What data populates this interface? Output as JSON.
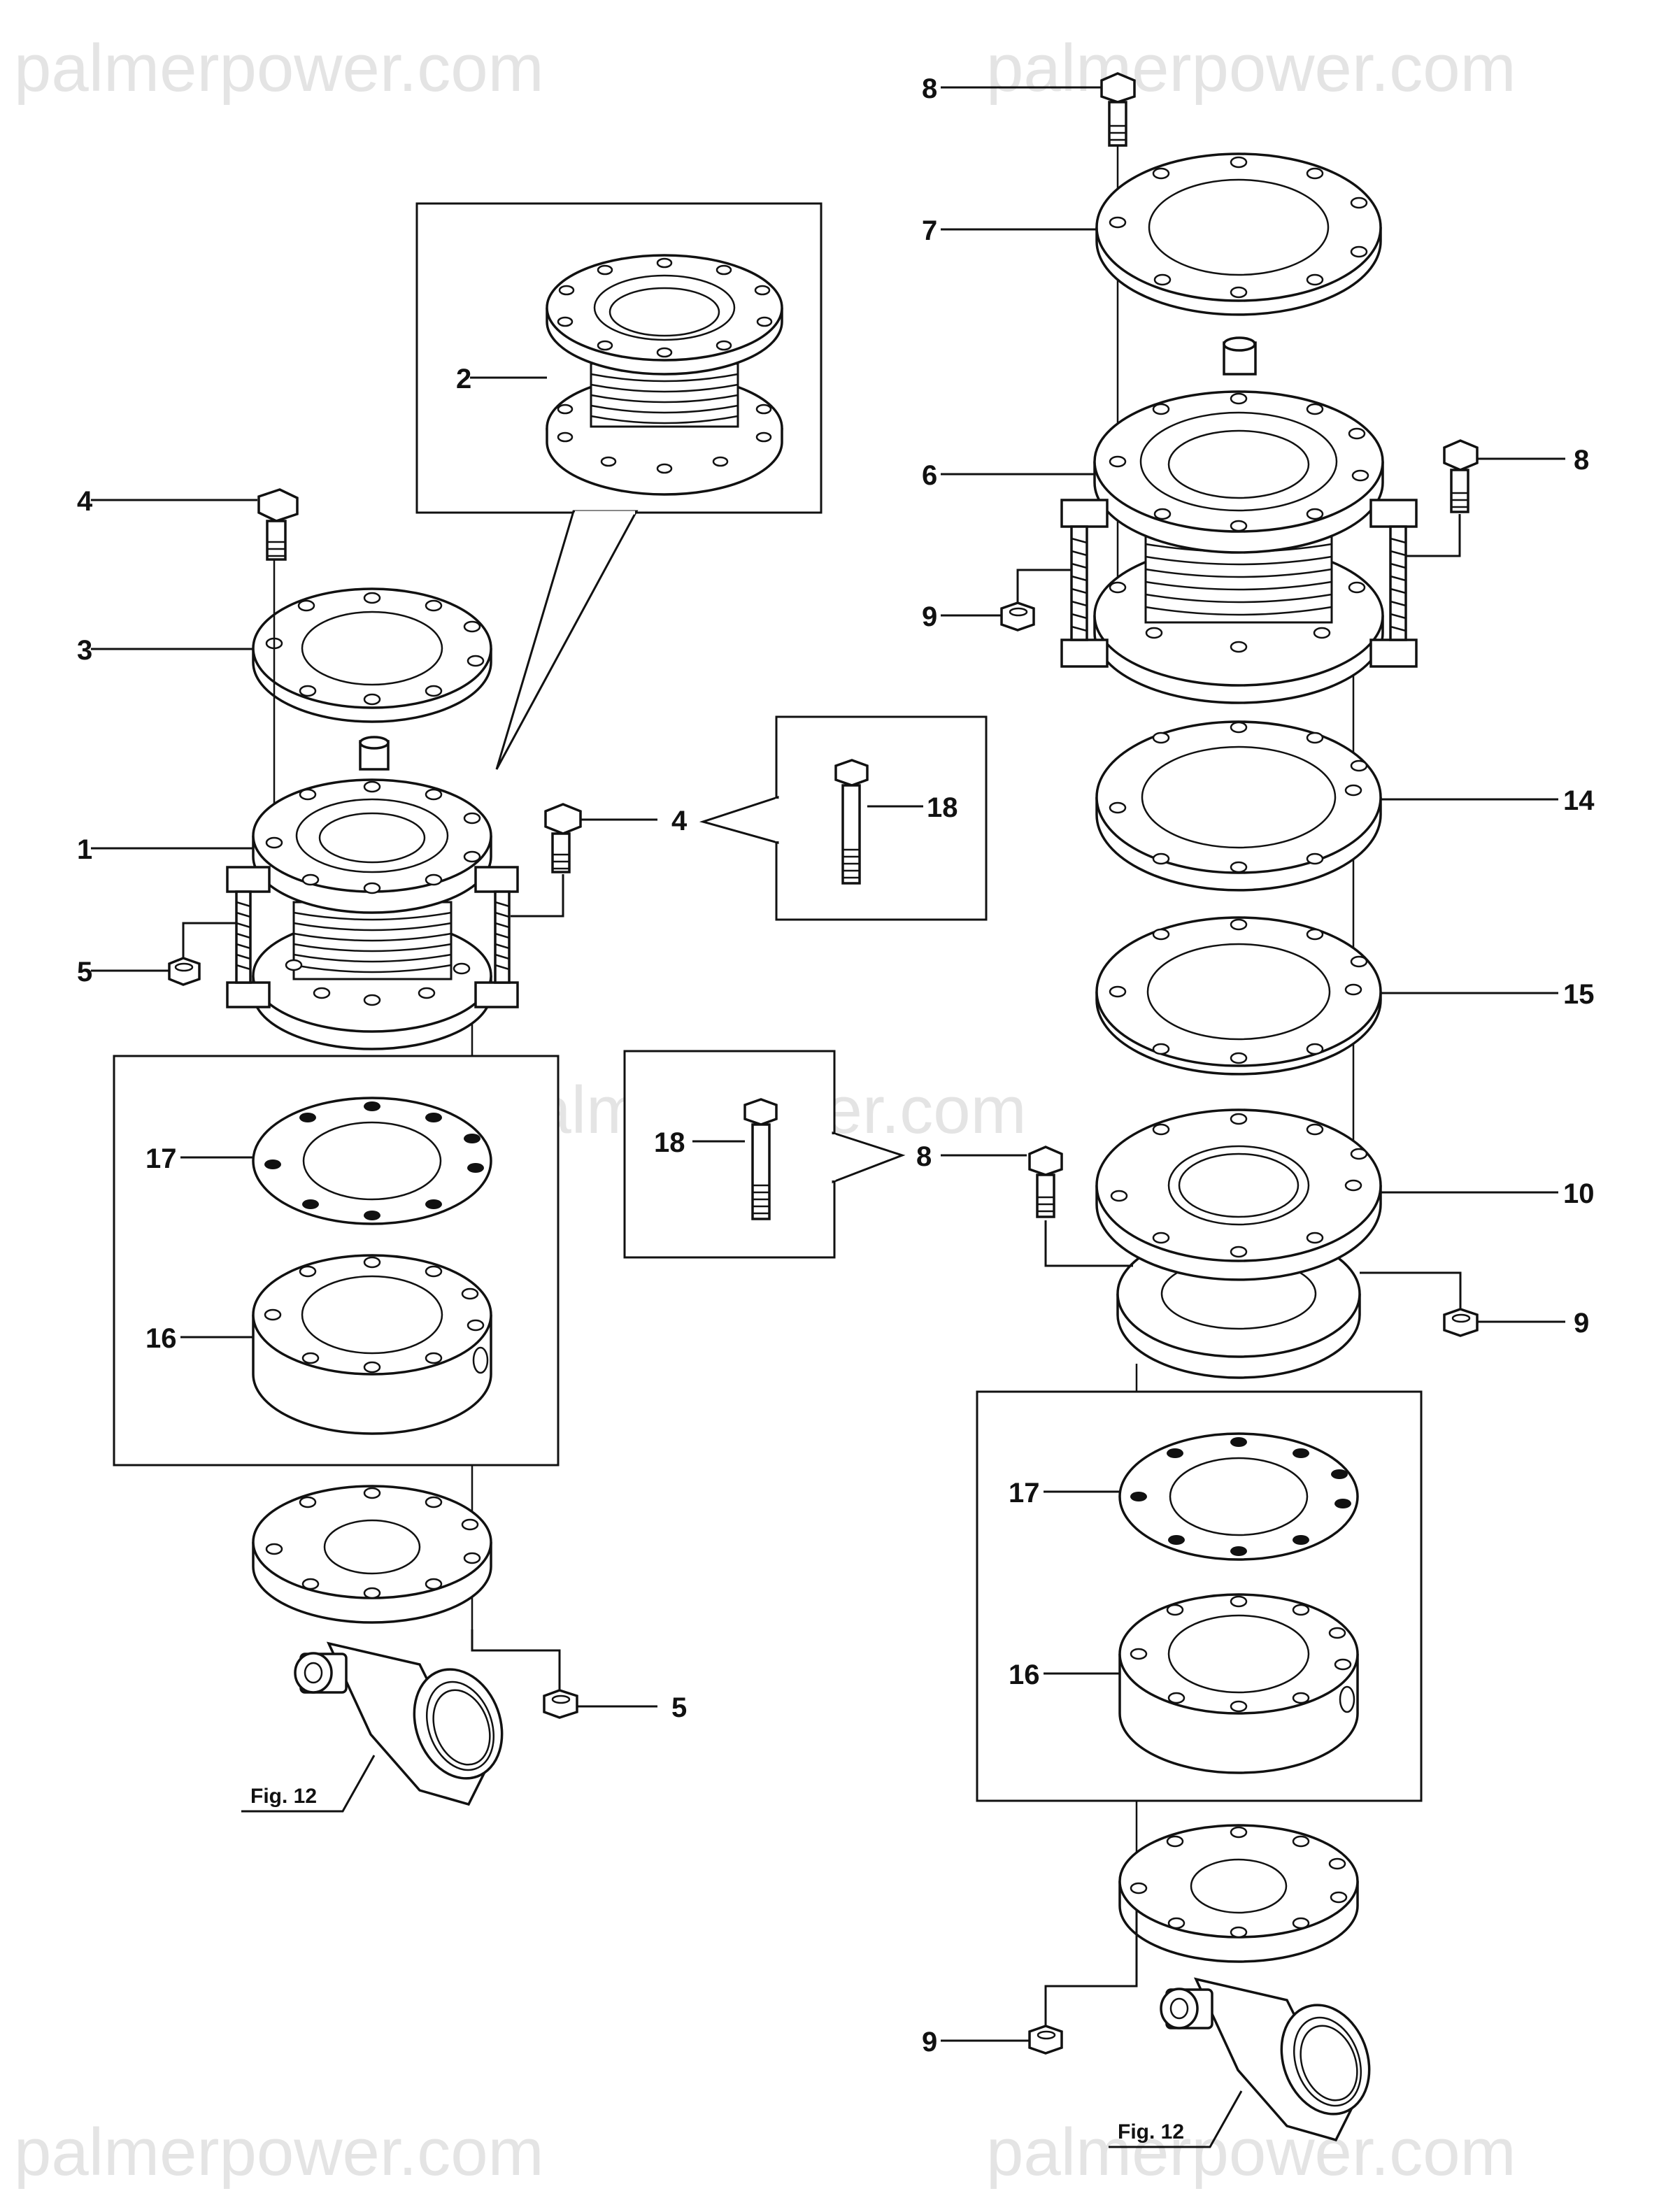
{
  "watermarks": [
    "palmerpower.com",
    "palmerpower.com",
    "palmerpower.com",
    "palmerpower.com",
    "palmerpower.com"
  ],
  "callouts": {
    "left": {
      "c2": "2",
      "c4a": "4",
      "c3": "3",
      "c1": "1",
      "c5a": "5",
      "c4b": "4",
      "c18a": "18",
      "c17": "17",
      "c16": "16",
      "c5b": "5",
      "fig": "Fig. 12"
    },
    "middle": {
      "c18b": "18",
      "c8m": "8"
    },
    "right": {
      "c8a": "8",
      "c7": "7",
      "c6": "6",
      "c8b": "8",
      "c9a": "9",
      "c14": "14",
      "c15": "15",
      "c10": "10",
      "c9b": "9",
      "c17": "17",
      "c16": "16",
      "c9c": "9",
      "fig": "Fig. 12"
    }
  }
}
